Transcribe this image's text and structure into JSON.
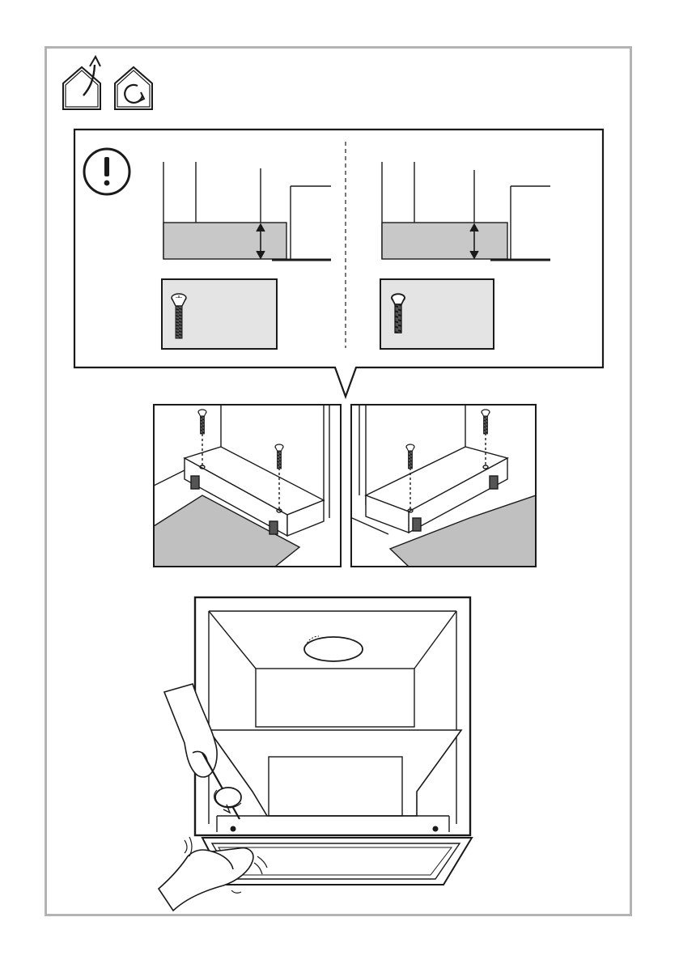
{
  "colors": {
    "frame": "#b3b3b3",
    "ink": "#1a1a1a",
    "panel_gray": "#c8c8c8",
    "screw_box": "#e4e4e4",
    "floor_gray": "#c0c0c0",
    "paper": "#ffffff"
  },
  "icons": {
    "top_left": [
      "house-with-outlet-arrow-icon",
      "house-with-recirculation-icon"
    ],
    "warning": "exclamation-circle-icon",
    "screw": "countersunk-screw-icon"
  },
  "diagram": {
    "callout_panels": 2,
    "installation_views": 2,
    "screws_per_view": 2
  }
}
